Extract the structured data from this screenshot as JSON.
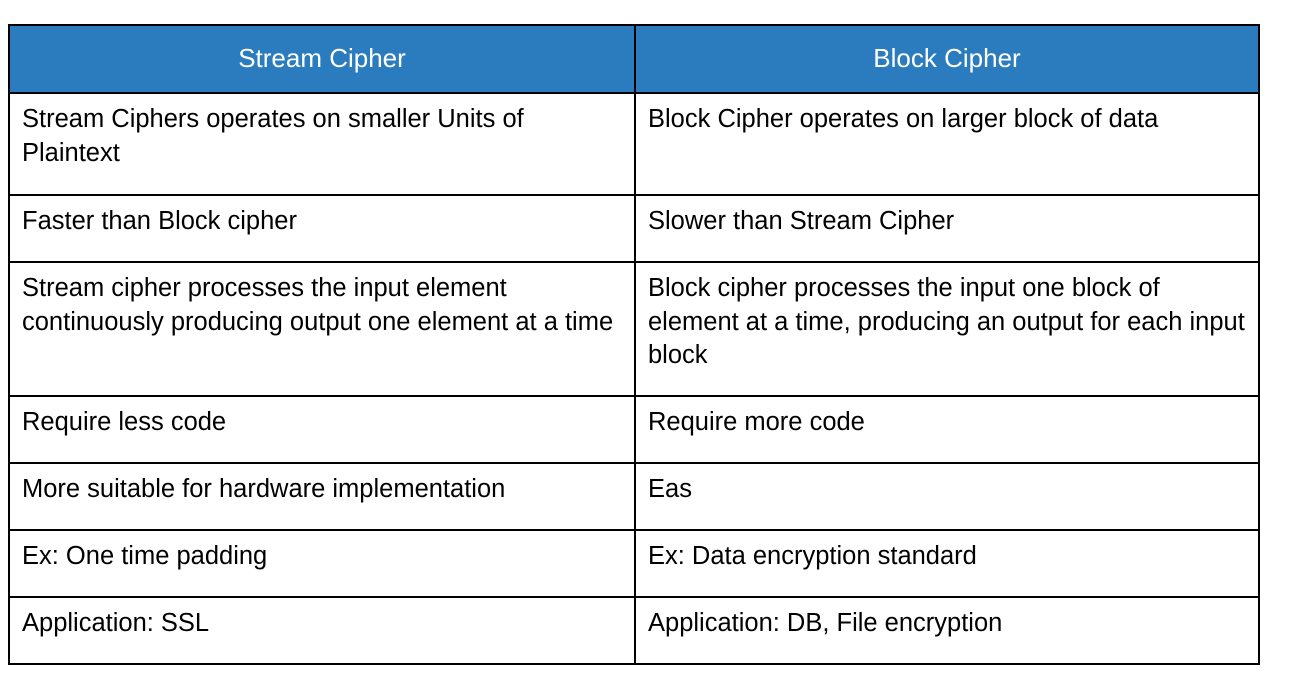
{
  "table": {
    "headers": [
      {
        "label": "Stream Cipher",
        "name": "header-stream-cipher"
      },
      {
        "label": "Block Cipher",
        "name": "header-block-cipher"
      }
    ],
    "header_bg_color": "#2b7cbe",
    "header_text_color": "#ffffff",
    "border_color": "#000000",
    "rows": [
      {
        "stream": "Stream Ciphers operates on smaller Units of Plaintext",
        "block": "Block Cipher operates on larger block of data"
      },
      {
        "stream": "Faster than Block cipher",
        "block": "Slower than Stream Cipher"
      },
      {
        "stream": "Stream cipher processes the input element continuously producing output one element at a time",
        "block": "Block cipher processes the input one block of element at a time, producing an output for each input block"
      },
      {
        "stream": "Require less code",
        "block": "Require more code"
      },
      {
        "stream": "More suitable for hardware implementation",
        "block": "Eas"
      },
      {
        "stream": "Ex: One time padding",
        "block": "Ex: Data encryption standard"
      },
      {
        "stream": "Application: SSL",
        "block": "Application: DB, File encryption"
      }
    ]
  }
}
